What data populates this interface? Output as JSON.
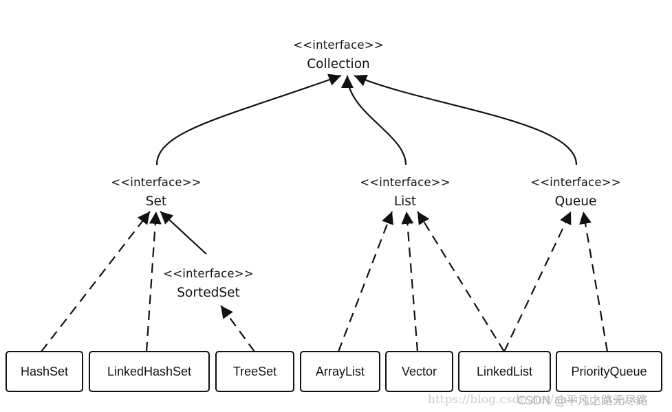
{
  "interfaces": [
    {
      "id": "collection",
      "stereotype": "<<interface>>",
      "name": "Collection"
    },
    {
      "id": "set",
      "stereotype": "<<interface>>",
      "name": "Set"
    },
    {
      "id": "list",
      "stereotype": "<<interface>>",
      "name": "List"
    },
    {
      "id": "queue",
      "stereotype": "<<interface>>",
      "name": "Queue"
    },
    {
      "id": "sortedset",
      "stereotype": "<<interface>>",
      "name": "SortedSet"
    }
  ],
  "classes": [
    {
      "id": "hashset",
      "name": "HashSet"
    },
    {
      "id": "linkedhashset",
      "name": "LinkedHashSet"
    },
    {
      "id": "treeset",
      "name": "TreeSet"
    },
    {
      "id": "arraylist",
      "name": "ArrayList"
    },
    {
      "id": "vector",
      "name": "Vector"
    },
    {
      "id": "linkedlist",
      "name": "LinkedList"
    },
    {
      "id": "priorityqueue",
      "name": "PriorityQueue"
    }
  ],
  "watermark": {
    "url": "https://blog.csdn.net/zhangqunshuai",
    "credit": "CSDN @平凡之路无尽路"
  }
}
